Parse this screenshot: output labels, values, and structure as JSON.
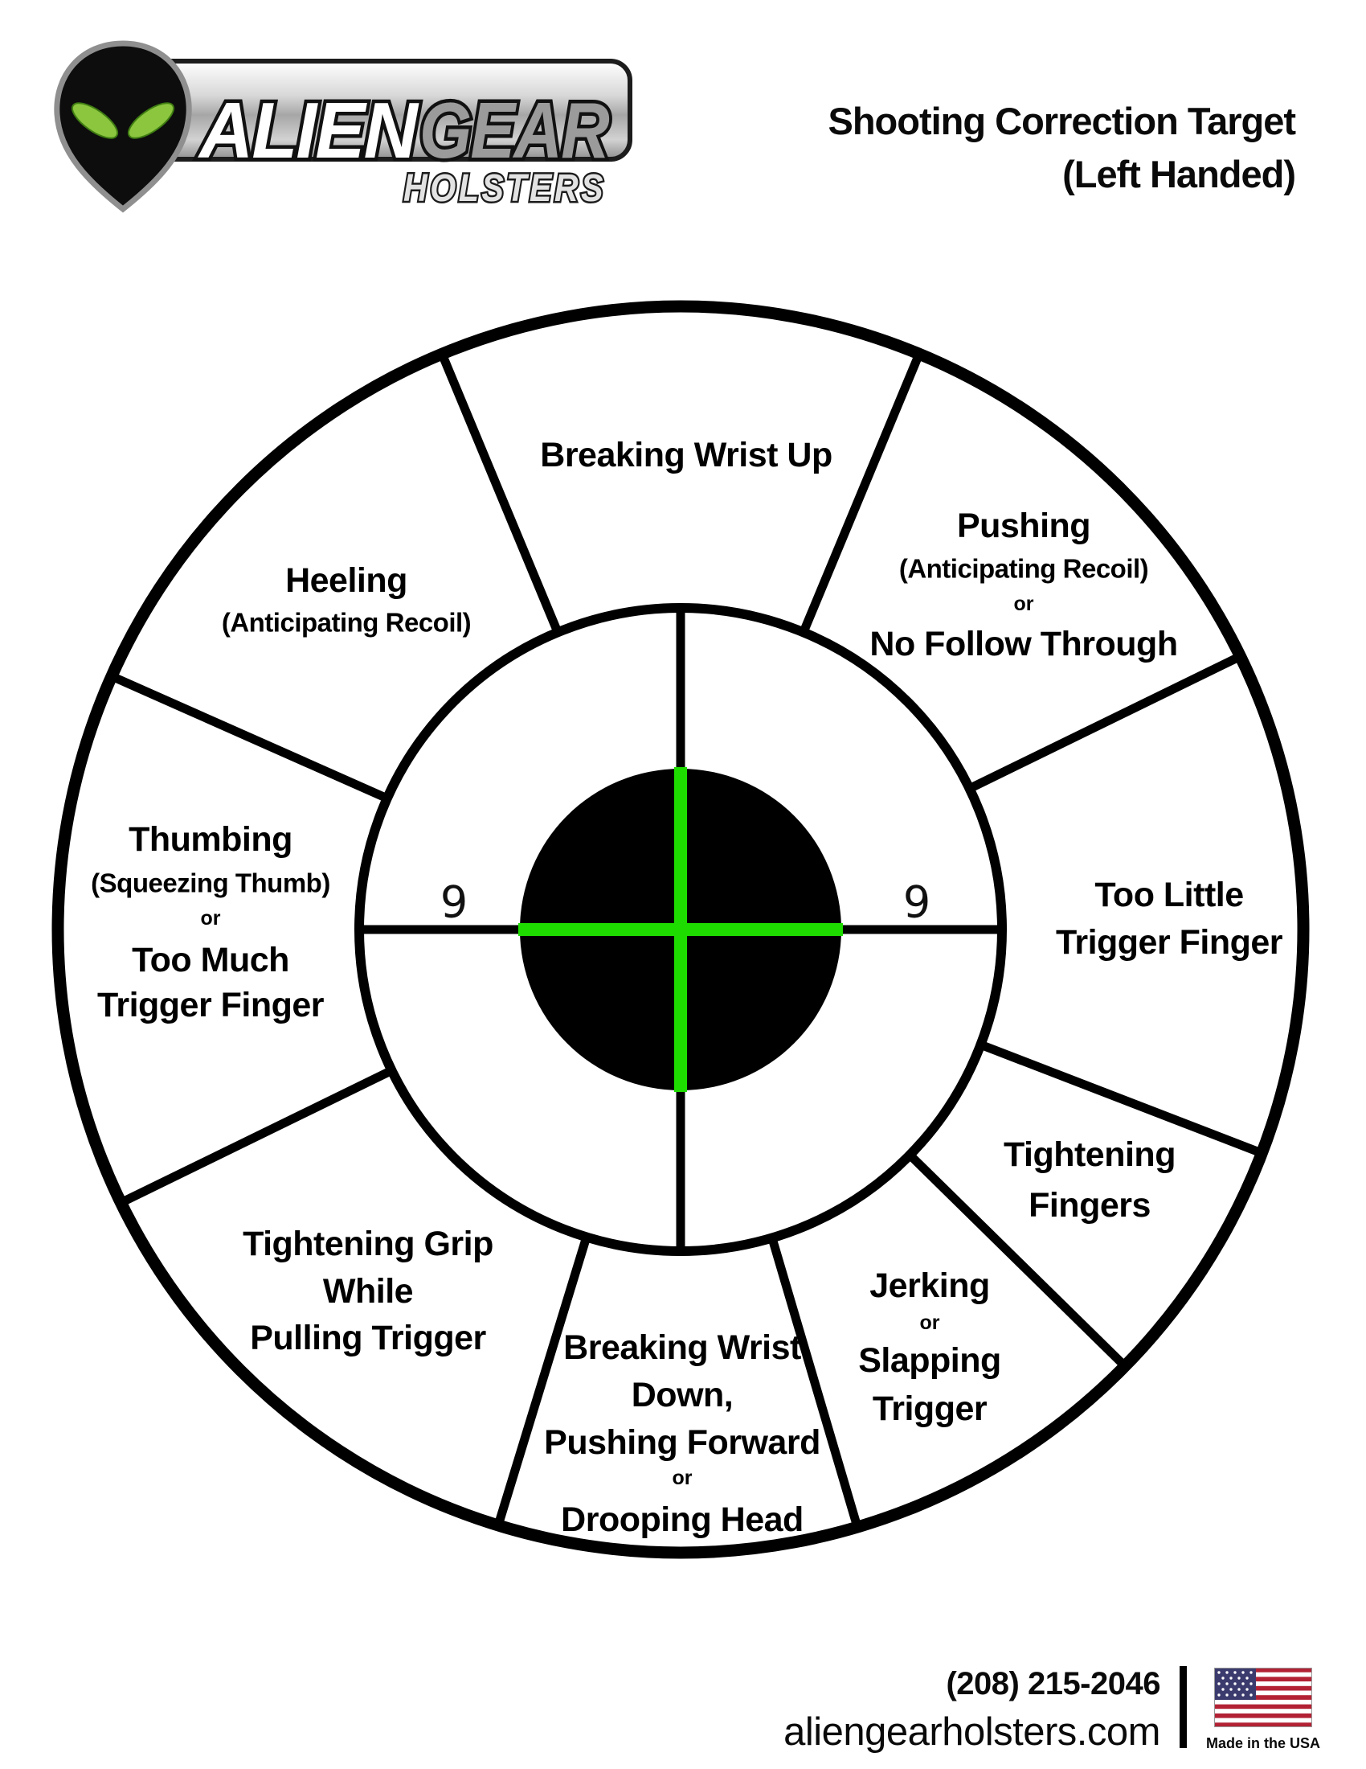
{
  "header": {
    "logo": {
      "alien": "ALIEN",
      "gear": "GEAR",
      "holsters": "HOLSTERS",
      "brand_green": "#8CC63F"
    },
    "title_line1": "Shooting Correction Target",
    "title_line2": "(Left Handed)"
  },
  "target": {
    "score_left": "9",
    "score_right": "9",
    "colors": {
      "crosshair_green": "#1EDC00",
      "ring_black": "#000000"
    },
    "sections": [
      {
        "name": "breaking-wrist-up",
        "lines": [
          "Breaking Wrist Up"
        ]
      },
      {
        "name": "pushing-anticipating-recoil",
        "lines": [
          "Pushing",
          "(Anticipating Recoil)",
          "or",
          "No Follow Through"
        ]
      },
      {
        "name": "too-little-trigger-finger",
        "lines": [
          "Too Little",
          "Trigger Finger"
        ]
      },
      {
        "name": "tightening-fingers",
        "lines": [
          "Tightening",
          "Fingers"
        ]
      },
      {
        "name": "jerking-or-slapping-trigger",
        "lines": [
          "Jerking",
          "or",
          "Slapping",
          "Trigger"
        ]
      },
      {
        "name": "breaking-wrist-down",
        "lines": [
          "Breaking Wrist",
          "Down,",
          "Pushing Forward",
          "or",
          "Drooping Head"
        ]
      },
      {
        "name": "tightening-grip-while-pulling-trigger",
        "lines": [
          "Tightening Grip",
          "While",
          "Pulling Trigger"
        ]
      },
      {
        "name": "thumbing-squeezing-thumb",
        "lines": [
          "Thumbing",
          "(Squeezing Thumb)",
          "or",
          "Too Much",
          "Trigger Finger"
        ]
      },
      {
        "name": "heeling-anticipating-recoil",
        "lines": [
          "Heeling",
          "(Anticipating Recoil)"
        ]
      }
    ]
  },
  "footer": {
    "phone": "(208) 215-2046",
    "website": "aliengearholsters.com",
    "made_in": "Made in the USA"
  }
}
